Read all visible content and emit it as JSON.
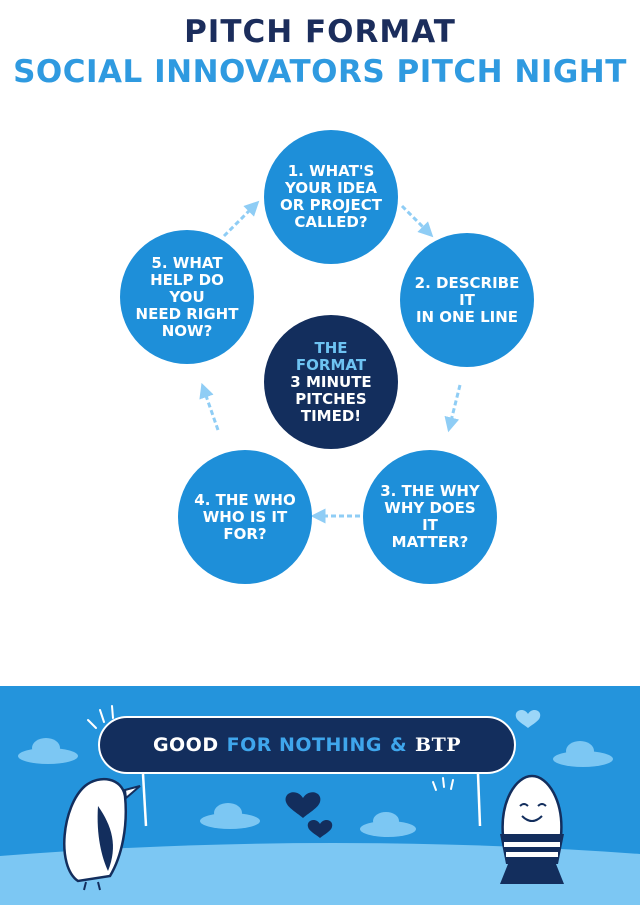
{
  "title": "PITCH FORMAT",
  "subtitle": "SOCIAL INNOVATORS PITCH NIGHT",
  "steps": [
    {
      "text": "1. WHAT'S\nYOUR IDEA\nOR PROJECT\nCALLED?"
    },
    {
      "text": "2. DESCRIBE IT\nIN ONE LINE"
    },
    {
      "text": "3. THE WHY\nWHY DOES IT\nMATTER?"
    },
    {
      "text": "4. THE WHO\nWHO IS IT\nFOR?"
    },
    {
      "text": "5. WHAT\nHELP DO YOU\nNEED RIGHT\nNOW?"
    }
  ],
  "center": {
    "line1": "THE",
    "line2": "FORMAT",
    "line3": "3 MINUTE\nPITCHES\nTIMED!"
  },
  "banner": {
    "good": "GOOD",
    "for_nothing": "FOR NOTHING",
    "amp": "&",
    "btp": "BTP"
  },
  "colors": {
    "navy": "#132e5d",
    "step_blue": "#1e8fd9",
    "arrow_blue": "#8fcdf5",
    "footer_blue": "#2494dc"
  }
}
